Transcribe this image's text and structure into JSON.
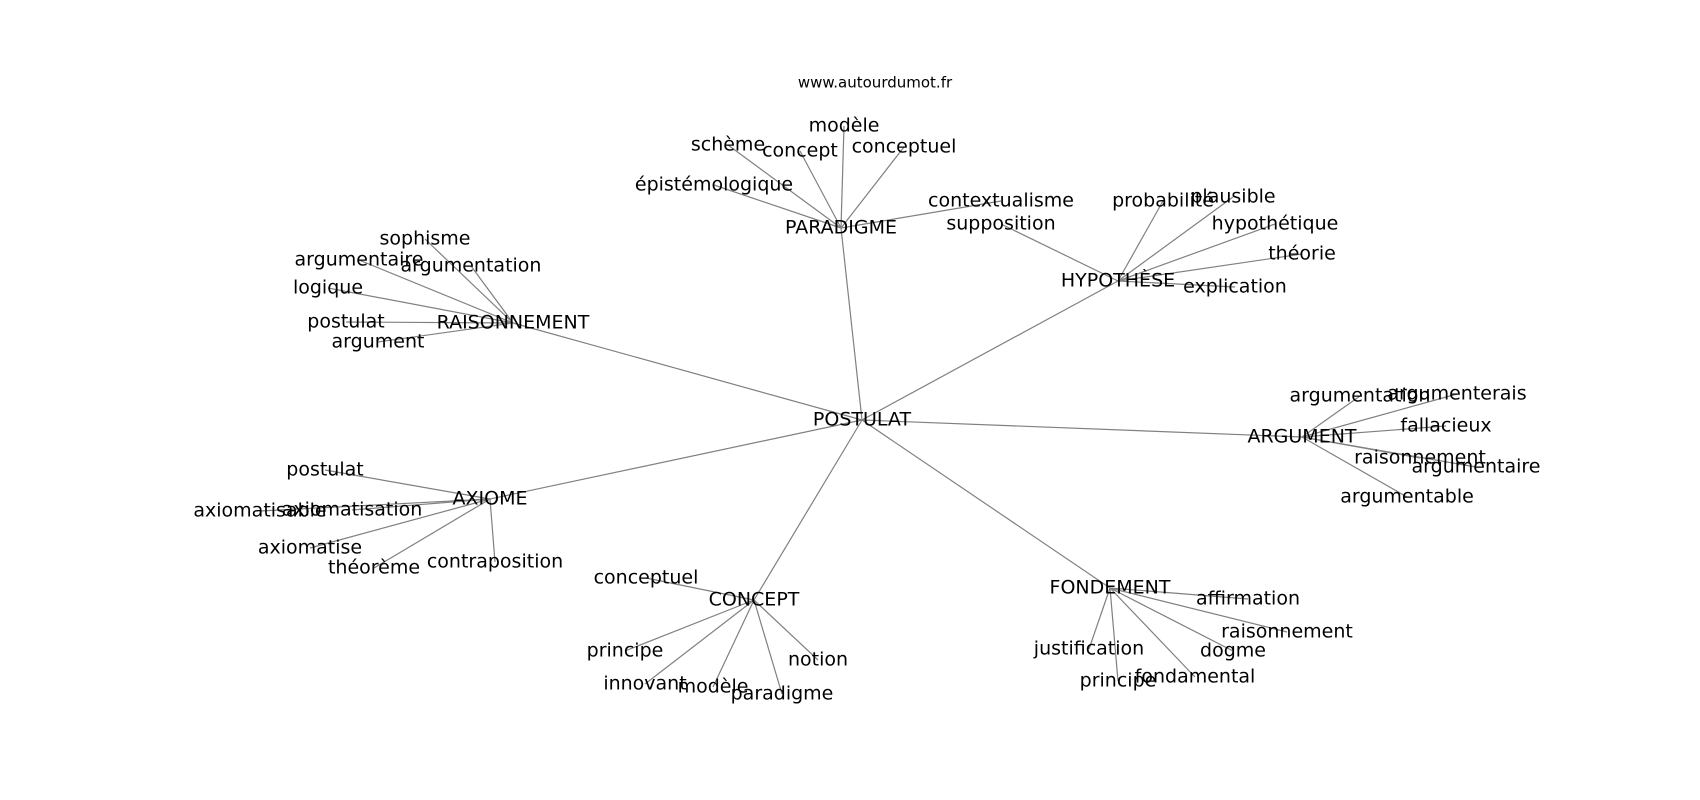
{
  "header": {
    "watermark": "www.autourdumot.fr"
  },
  "colors": {
    "edge": "#808080",
    "text": "#000000",
    "background": "#ffffff"
  },
  "graph": {
    "center": "POSTULAT",
    "hubs": [
      {
        "id": "paradigme",
        "label": "PARADIGME",
        "leaves": [
          "schème",
          "concept",
          "modèle",
          "conceptuel",
          "épistémologique",
          "contextualisme"
        ]
      },
      {
        "id": "hypothese",
        "label": "HYPOTHÈSE",
        "leaves": [
          "supposition",
          "probabilité",
          "plausible",
          "hypothétique",
          "théorie",
          "explication"
        ]
      },
      {
        "id": "raisonnement",
        "label": "RAISONNEMENT",
        "leaves": [
          "sophisme",
          "argumentaire",
          "argumentation",
          "logique",
          "postulat",
          "argument"
        ]
      },
      {
        "id": "argument",
        "label": "ARGUMENT",
        "leaves": [
          "argumentation",
          "argumenterais",
          "fallacieux",
          "raisonnement",
          "argumentaire",
          "argumentable"
        ]
      },
      {
        "id": "axiome",
        "label": "AXIOME",
        "leaves": [
          "postulat",
          "axiomatisable",
          "axiomatisation",
          "axiomatise",
          "théorème",
          "contraposition"
        ]
      },
      {
        "id": "concept",
        "label": "CONCEPT",
        "leaves": [
          "conceptuel",
          "principe",
          "innovant",
          "modèle",
          "notion",
          "paradigme"
        ]
      },
      {
        "id": "fondement",
        "label": "FONDEMENT",
        "leaves": [
          "affirmation",
          "raisonnement",
          "dogme",
          "justification",
          "principe",
          "fondamental"
        ]
      }
    ]
  }
}
